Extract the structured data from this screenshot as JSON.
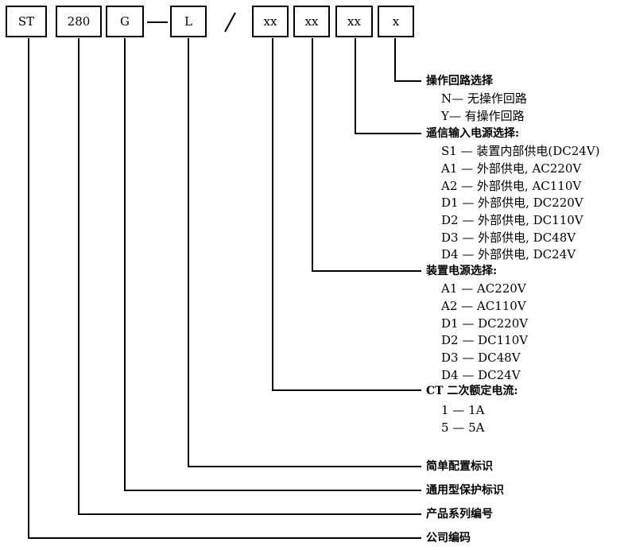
{
  "code_boxes": [
    "ST",
    "280",
    "G",
    "L",
    "xx",
    "xx",
    "xx",
    "x"
  ],
  "separators": {
    "dash": "—",
    "slash": "/"
  },
  "sections": {
    "op_loop": {
      "title": "操作回路选择",
      "options": [
        "N— 无操作回路",
        "Y— 有操作回路"
      ]
    },
    "remote_power": {
      "title": "遥信输入电源选择:",
      "options": [
        "S1 — 装置内部供电(DC24V)",
        "A1 — 外部供电, AC220V",
        "A2 — 外部供电, AC110V",
        "D1 — 外部供电, DC220V",
        "D2 — 外部供电, DC110V",
        "D3 — 外部供电, DC48V",
        "D4 — 外部供电, DC24V"
      ]
    },
    "device_power": {
      "title": "装置电源选择:",
      "options": [
        "A1 — AC220V",
        "A2 — AC110V",
        "D1 — DC220V",
        "D2 — DC110V",
        "D3 — DC48V",
        "D4 — DC24V"
      ]
    },
    "ct_current": {
      "title": "CT 二次额定电流:",
      "options": [
        "1 — 1A",
        "5 — 5A"
      ]
    },
    "simple_config": {
      "title": "简单配置标识"
    },
    "general_protection": {
      "title": "通用型保护标识"
    },
    "product_series": {
      "title": "产品系列编号"
    },
    "company_code": {
      "title": "公司编码"
    }
  }
}
